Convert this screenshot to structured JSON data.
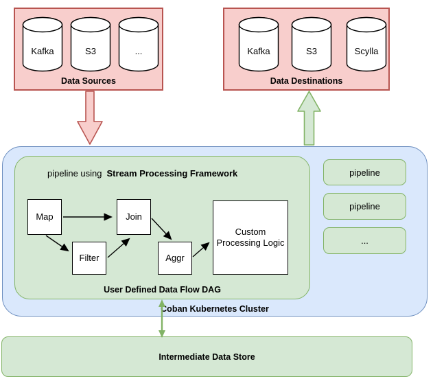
{
  "palette": {
    "pink_fill": "#f8cecc",
    "pink_stroke": "#b85450",
    "green_fill": "#d5e8d4",
    "green_stroke": "#82b366",
    "blue_fill": "#dae8fc",
    "blue_stroke": "#6c8ebf",
    "node_fill": "#ffffff",
    "node_stroke": "#000000"
  },
  "data_sources": {
    "title": "Data Sources",
    "items": [
      {
        "label": "Kafka"
      },
      {
        "label": "S3"
      },
      {
        "label": "..."
      }
    ]
  },
  "data_destinations": {
    "title": "Data Destinations",
    "items": [
      {
        "label": "Kafka"
      },
      {
        "label": "S3"
      },
      {
        "label": "Scylla"
      }
    ]
  },
  "cluster": {
    "title": "Coban Kubernetes Cluster",
    "dag": {
      "title_prefix": "pipeline using",
      "title_emphasis": "Stream Processing Framework",
      "caption": "User Defined Data Flow DAG",
      "nodes": {
        "map": "Map",
        "join": "Join",
        "filter": "Filter",
        "aggr": "Aggr",
        "custom": "Custom Processing Logic"
      },
      "edges": [
        [
          "Map",
          "Join"
        ],
        [
          "Map",
          "Filter"
        ],
        [
          "Filter",
          "Join"
        ],
        [
          "Join",
          "Aggr"
        ],
        [
          "Aggr",
          "Custom Processing Logic"
        ]
      ]
    },
    "pipelines": [
      {
        "label": "pipeline"
      },
      {
        "label": "pipeline"
      },
      {
        "label": "..."
      }
    ]
  },
  "intermediate_store": {
    "title": "Intermediate Data Store"
  },
  "flows": [
    {
      "from": "Data Sources",
      "to": "Coban Kubernetes Cluster",
      "direction": "down",
      "style": "red-block-arrow"
    },
    {
      "from": "Coban Kubernetes Cluster",
      "to": "Data Destinations",
      "direction": "up",
      "style": "green-block-arrow"
    },
    {
      "from": "Coban Kubernetes Cluster",
      "to": "Intermediate Data Store",
      "direction": "both",
      "style": "green-line-arrow"
    }
  ]
}
